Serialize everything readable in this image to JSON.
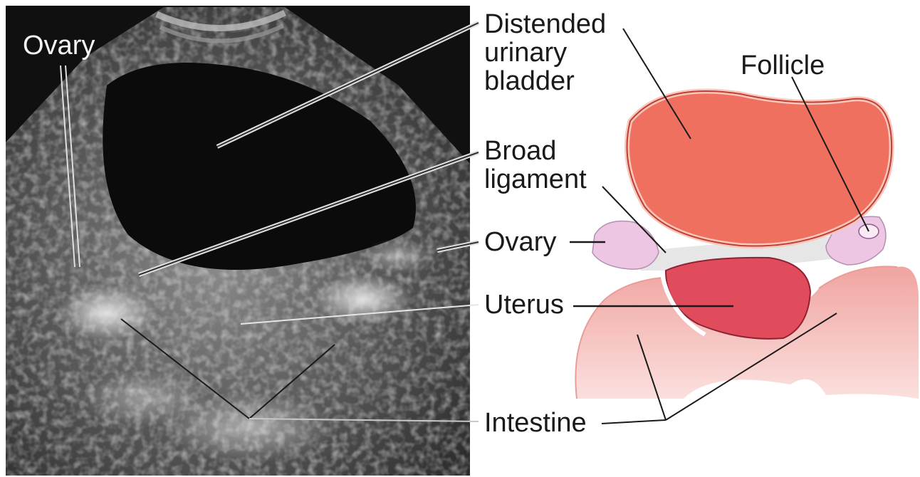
{
  "figure": {
    "labels": {
      "ultrasound_ovary": "Ovary",
      "bladder_line1": "Distended",
      "bladder_line2": "urinary",
      "bladder_line3": "bladder",
      "broad_line1": "Broad",
      "broad_line2": "ligament",
      "follicle": "Follicle",
      "ovary": "Ovary",
      "uterus": "Uterus",
      "intestine": "Intestine"
    }
  },
  "colors": {
    "bladder": "#f07060",
    "bladder_outline": "#c0402f",
    "uterus": "#e04c5c",
    "ovary": "#ecc6e2",
    "intestine": "#f4b0ac",
    "ultrasound_bg": "#111111"
  }
}
